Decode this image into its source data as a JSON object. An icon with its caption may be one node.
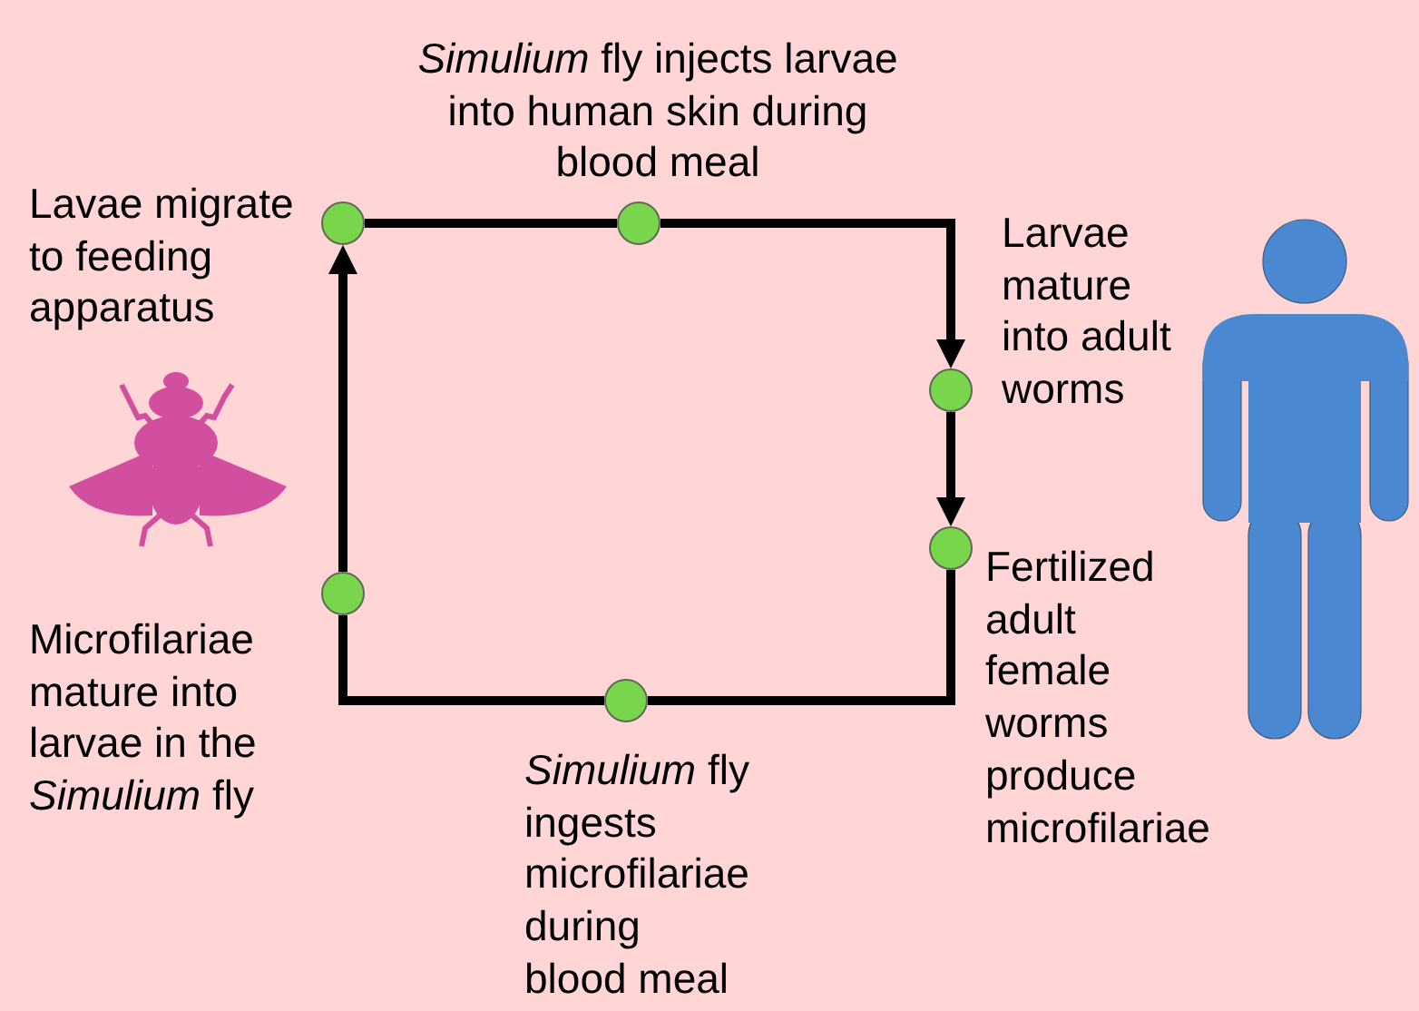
{
  "diagram": {
    "nodes": [
      {
        "text": [],
        "shape": "circle",
        "beside": [
          "*Simulium* fly injects larvae into human skin during blood meal"
        ]
      },
      {
        "text": [],
        "shape": "circle",
        "beside": [
          "Lavae migrate to feeding apparatus"
        ]
      },
      {
        "text": [],
        "shape": "circle",
        "beside": [
          "Larvae mature into adult worms"
        ]
      },
      {
        "text": [],
        "shape": "circle",
        "beside": [
          "Fertilized adult female worms produce microfilariae"
        ]
      },
      {
        "text": [],
        "shape": "circle",
        "beside": [
          "Microfilariae mature into larvae in the *Simulium* fly"
        ]
      },
      {
        "text": [],
        "shape": "circle",
        "beside": [
          "*Simulium* fly ingests microfilariae during blood meal"
        ]
      }
    ],
    "edges": [
      {
        "from": 1,
        "to": 0,
        "arrow": "none"
      },
      {
        "from": 0,
        "to": 2,
        "arrow": "to"
      },
      {
        "from": 2,
        "to": 3,
        "arrow": "to"
      },
      {
        "from": 3,
        "to": 5,
        "arrow": "none"
      },
      {
        "from": 5,
        "to": 4,
        "arrow": "none"
      },
      {
        "from": 4,
        "to": 1,
        "arrow": "to"
      }
    ]
  }
}
